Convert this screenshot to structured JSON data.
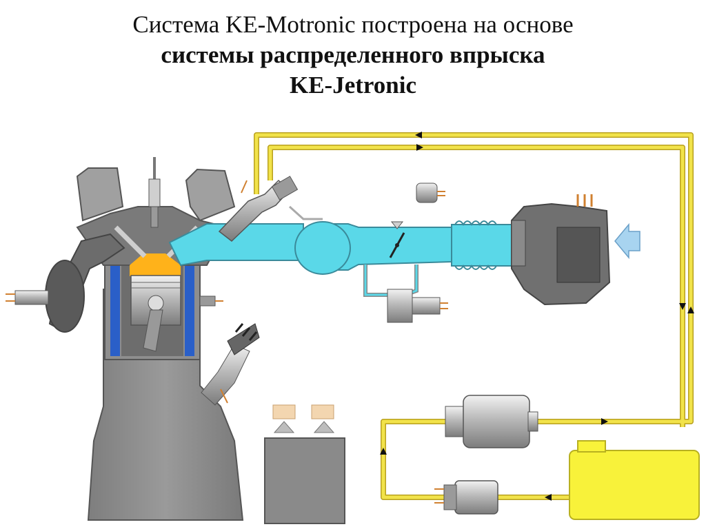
{
  "title": {
    "line1": "Система KE-Motronic построена на основе",
    "line2": "системы распределенного впрыска",
    "line3": "KE-Jetronic"
  },
  "colors": {
    "fuel_line": "#f2e34a",
    "fuel_line_edge": "#b8a020",
    "intake_air": "#5ad8e8",
    "engine_gray": "#8a8a8a",
    "coolant_blue": "#2a5fc8",
    "combustion": "#ffb21a",
    "tank": "#f8f23a",
    "air_arrow": "#a8d4f0"
  },
  "components": [
    "engine-block-icon",
    "piston-icon",
    "spark-plug-icon",
    "injector-icon",
    "temperature-sensor-icon",
    "intake-manifold-icon",
    "throttle-valve-icon",
    "air-flow-sensor-icon",
    "idle-actuator-icon",
    "distributor-icon",
    "ecu-icon",
    "fuel-filter-icon",
    "fuel-pump-icon",
    "fuel-tank-icon",
    "air-inlet-arrow-icon"
  ]
}
